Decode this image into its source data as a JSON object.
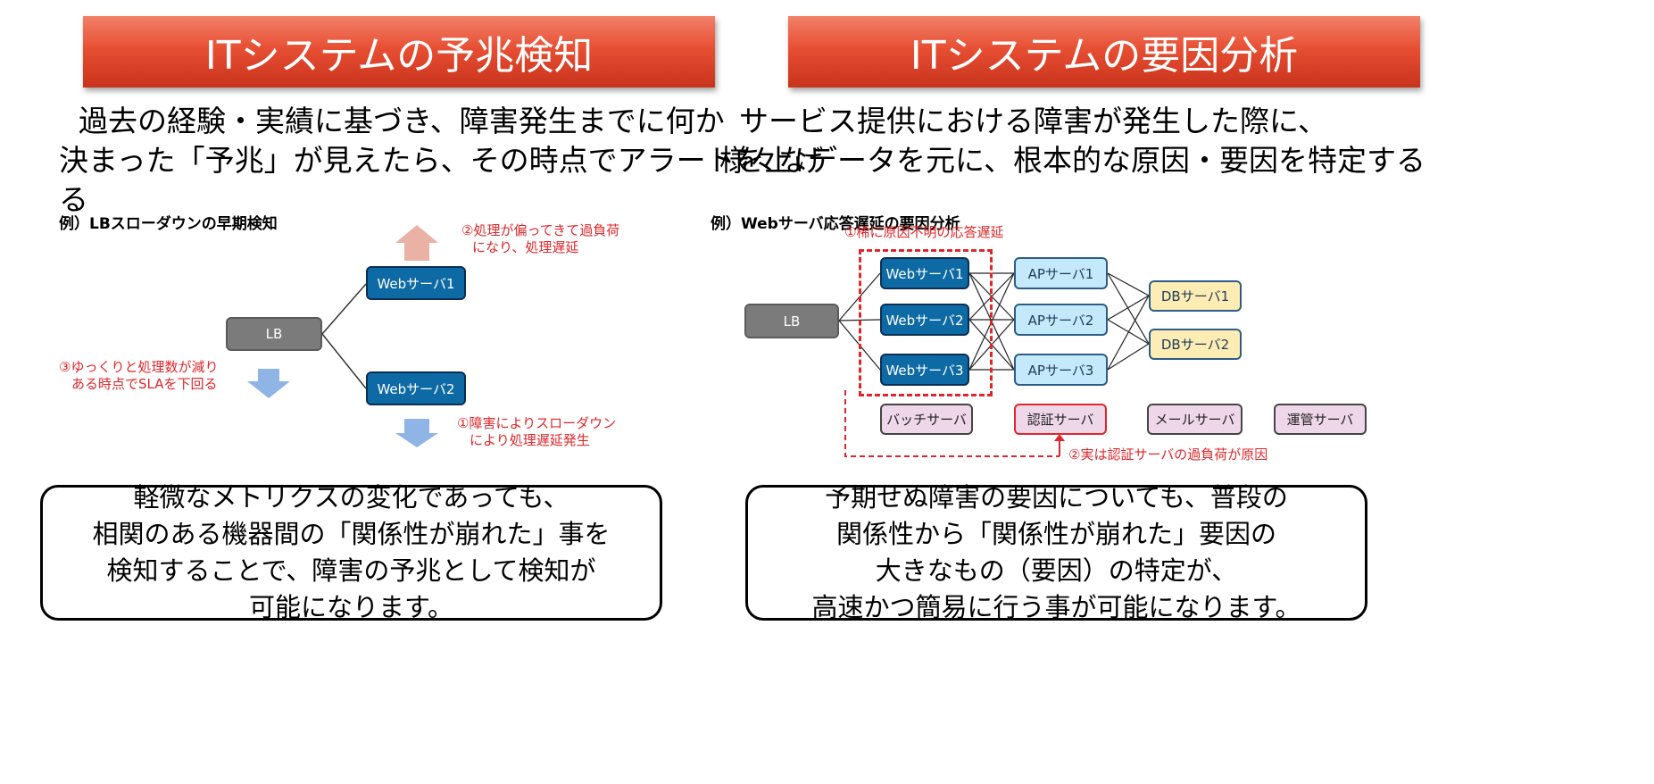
{
  "left": {
    "title": "ITシステムの予兆検知",
    "lead": [
      "過去の経験・実績に基づき、障害発生までに何か",
      "決まった「予兆」が見えたら、その時点でアラートを上げ",
      "る"
    ],
    "example_label": "例）LBスローダウンの早期検知",
    "nodes": {
      "lb": "LB",
      "web1": "Webサーバ1",
      "web2": "Webサーバ2"
    },
    "notes": {
      "overload": [
        "②処理が偏ってきて過負荷",
        "になり、処理遅延"
      ],
      "slowdown": [
        "①障害によりスローダウン",
        "により処理遅延発生"
      ],
      "sla": [
        "③ゆっくりと処理数が減り",
        "ある時点でSLAを下回る"
      ]
    },
    "callout": [
      "軽微なメトリクスの変化であっても、",
      "相関のある機器間の「関係性が崩れた」事を",
      "検知することで、障害の予兆として検知が",
      "可能になります。"
    ]
  },
  "right": {
    "title": "ITシステムの要因分析",
    "lead": [
      "サービス提供における障害が発生した際に、",
      "様々なデータを元に、根本的な原因・要因を特定する"
    ],
    "example_label": "例）Webサーバ応答遅延の要因分析",
    "nodes": {
      "lb": "LB",
      "web1": "Webサーバ1",
      "web2": "Webサーバ2",
      "web3": "Webサーバ3",
      "ap1": "APサーバ1",
      "ap2": "APサーバ2",
      "ap3": "APサーバ3",
      "db1": "DBサーバ1",
      "db2": "DBサーバ2",
      "batch": "バッチサーバ",
      "auth": "認証サーバ",
      "mail": "メールサーバ",
      "ops": "運管サーバ"
    },
    "notes": {
      "rare": "①稀に原因不明の応答遅延",
      "cause": "②実は認証サーバの過負荷が原因"
    },
    "callout": [
      "予期せぬ障害の要因についても、普段の",
      "関係性から「関係性が崩れた」要因の",
      "大きなもの（要因）の特定が、",
      "高速かつ簡易に行う事が可能になります。"
    ]
  },
  "colors": {
    "title_red": "#e74f33",
    "node_blue": "#0e6aa4",
    "node_gray": "#7b7b7b",
    "node_cyan": "#c4e9fb",
    "node_yellow": "#fdedb4",
    "node_pink": "#efd7ea",
    "note_red": "#e0262a",
    "arrow_up": "#e9b2a4",
    "arrow_down": "#8fb4e6"
  }
}
